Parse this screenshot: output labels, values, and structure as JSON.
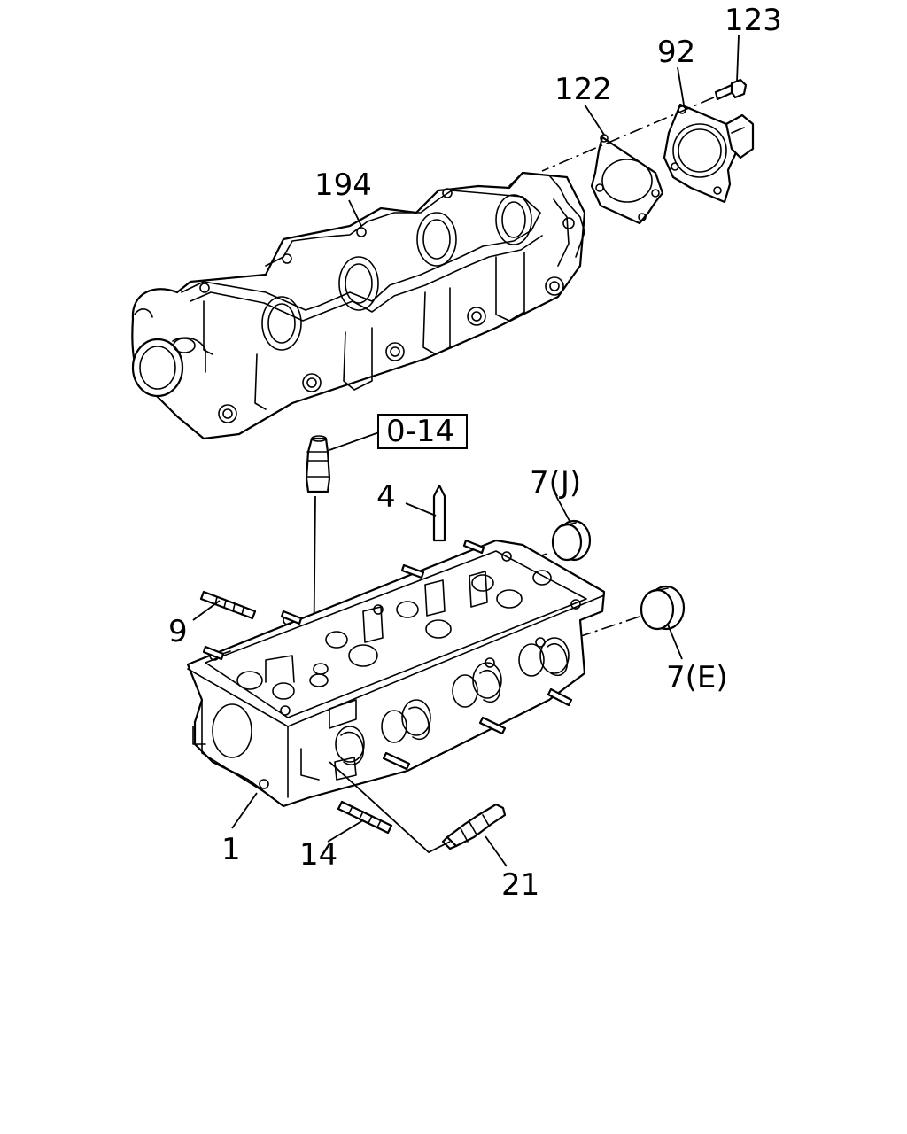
{
  "labels": {
    "p123": "123",
    "p92": "92",
    "p122": "122",
    "p194": "194",
    "p014": "0-14",
    "p4": "4",
    "p7j": "7(J)",
    "p9": "9",
    "p7e": "7(E)",
    "p1": "1",
    "p14": "14",
    "p21": "21"
  }
}
